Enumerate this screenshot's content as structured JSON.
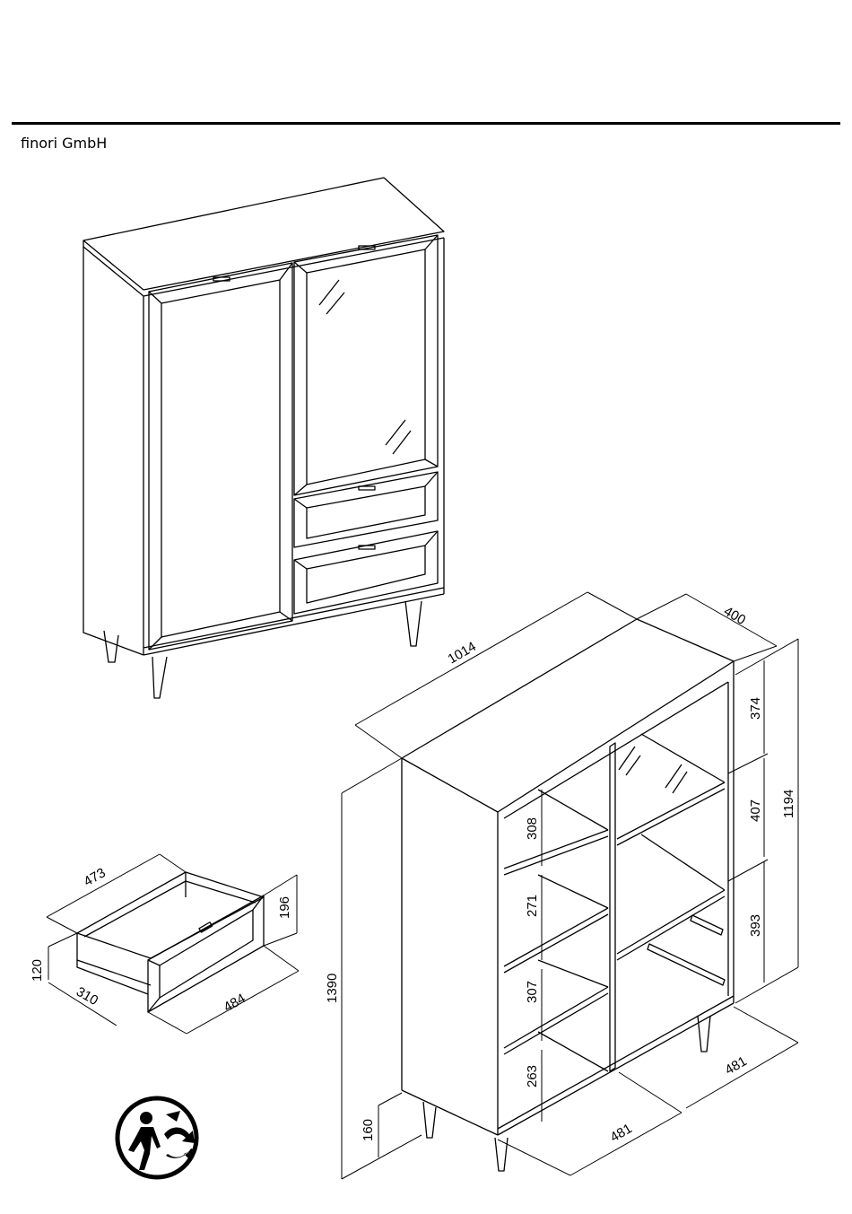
{
  "header": {
    "company": "finori GmbH"
  },
  "dimensions": {
    "cabinet_width": "1014",
    "cabinet_depth": "400",
    "cabinet_height": "1390",
    "leg_height": "160",
    "upper_height_total": "1194",
    "right_upper": "374",
    "right_middle": "407",
    "right_lower": "393",
    "left_shelf_1": "308",
    "left_shelf_2": "271",
    "left_shelf_3": "307",
    "left_shelf_4": "263",
    "bottom_width_left": "481",
    "bottom_width_right": "481",
    "drawer_width": "473",
    "drawer_depth": "310",
    "drawer_front_width": "484",
    "drawer_height": "196",
    "drawer_inner_height": "120"
  },
  "icons": {
    "recycle": "recycle-icon"
  }
}
